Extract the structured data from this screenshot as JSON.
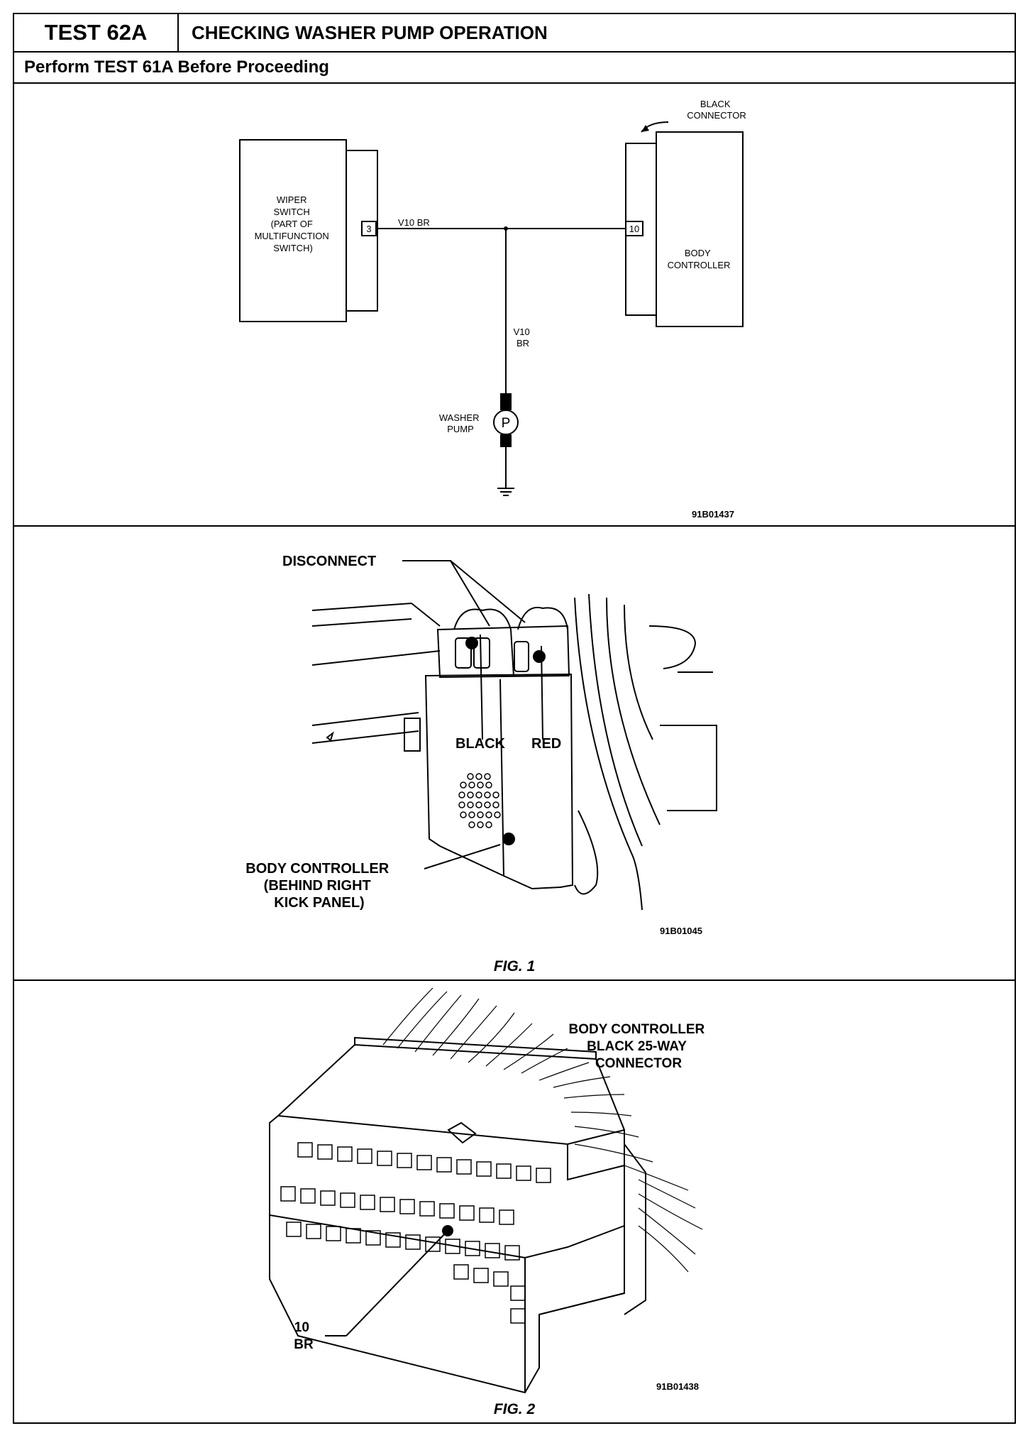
{
  "header": {
    "test_id": "TEST 62A",
    "title": "CHECKING WASHER PUMP OPERATION",
    "prerequisite": "Perform TEST 61A Before Proceeding"
  },
  "schematic": {
    "wiper_switch_lines": [
      "WIPER",
      "SWITCH",
      "(PART OF",
      "MULTIFUNCTION",
      "SWITCH)"
    ],
    "pin_left": "3",
    "wire_horizontal": "V10  BR",
    "pin_right": "10",
    "connector_label_lines": [
      "BLACK",
      "CONNECTOR"
    ],
    "body_controller_lines": [
      "BODY",
      "CONTROLLER"
    ],
    "wire_vertical_lines": [
      "V10",
      "BR"
    ],
    "pump_symbol": "P",
    "pump_label_lines": [
      "WASHER",
      "PUMP"
    ],
    "figure_code": "91B01437"
  },
  "fig1": {
    "disconnect": "DISCONNECT",
    "black": "BLACK",
    "red": "RED",
    "body_controller_lines": [
      "BODY CONTROLLER",
      "(BEHIND RIGHT",
      "KICK PANEL)"
    ],
    "figure_code": "91B01045",
    "caption": "FIG. 1"
  },
  "fig2": {
    "title_lines": [
      "BODY CONTROLLER",
      "BLACK 25-WAY",
      "CONNECTOR"
    ],
    "pin_lines": [
      "10",
      "BR"
    ],
    "figure_code": "91B01438",
    "caption": "FIG. 2"
  }
}
